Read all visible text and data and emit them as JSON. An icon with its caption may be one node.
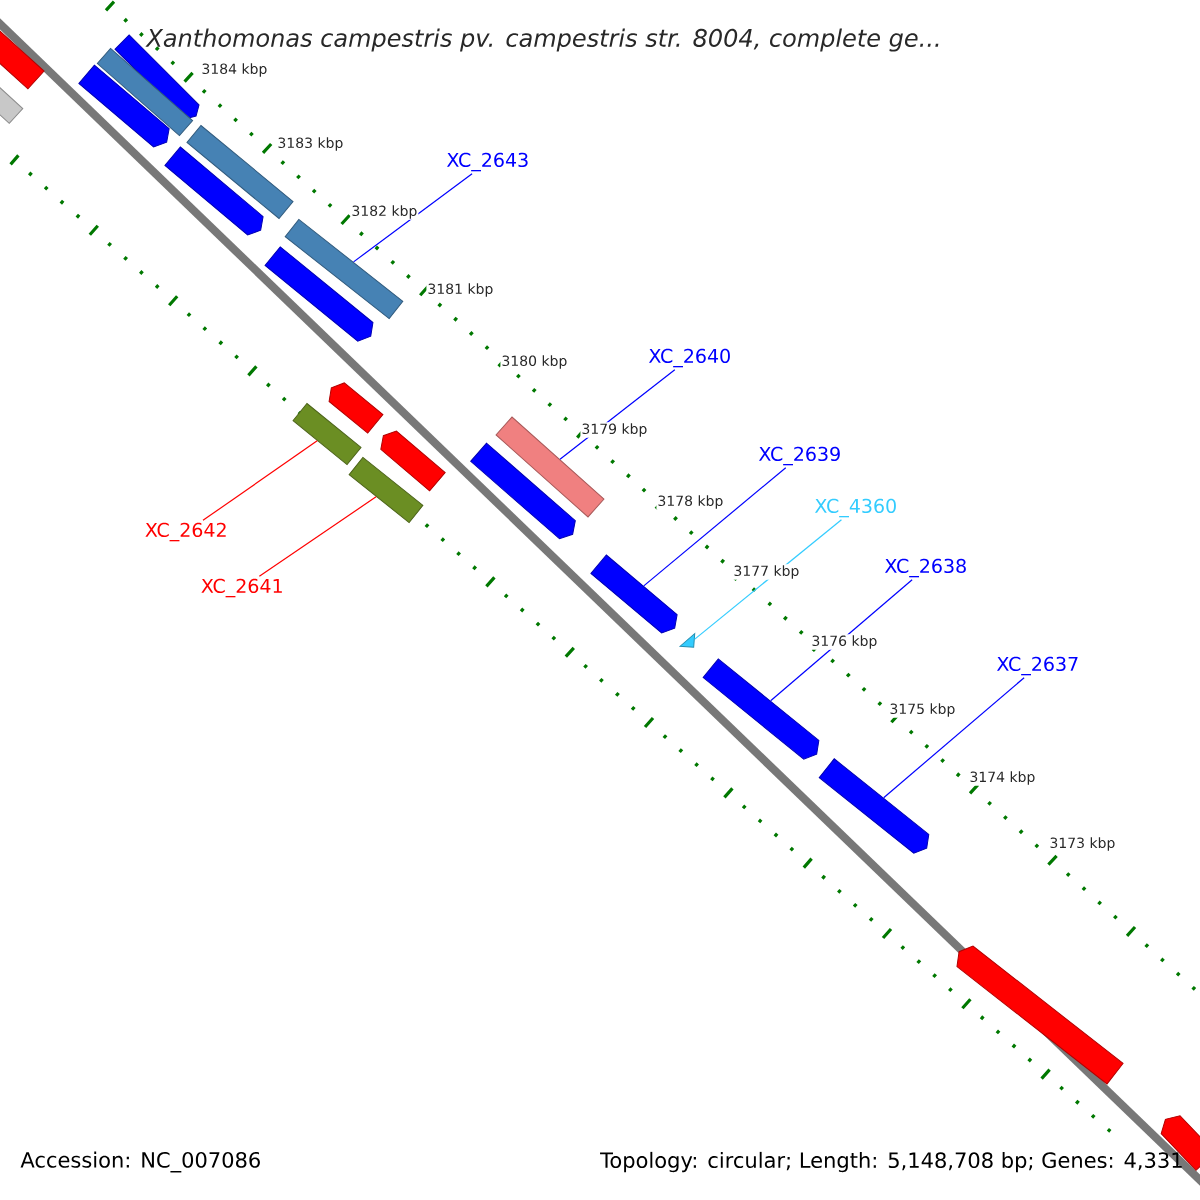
{
  "diagram": {
    "title": "Xanthomonas campestris pv. campestris str. 8004, complete ge...",
    "nodes": [
      {
        "text": [],
        "shape": "pentagon"
      },
      {
        "text": [],
        "shape": "bar"
      },
      {
        "text": [],
        "shape": "bar"
      },
      {
        "text": [],
        "shape": "pentagon"
      },
      {
        "text": [],
        "shape": "bar"
      },
      {
        "text": [
          "XC_2643"
        ]
      },
      {
        "text": [],
        "shape": "bar"
      },
      {
        "text": [],
        "shape": "pentagon"
      },
      {
        "text": [],
        "shape": "bar"
      },
      {
        "text": [],
        "shape": "pentagon"
      },
      {
        "text": [
          "XC_2640"
        ]
      },
      {
        "text": [],
        "shape": "pentagon"
      },
      {
        "text": [],
        "shape": "bar"
      },
      {
        "text": [],
        "shape": "pentagon"
      },
      {
        "text": [],
        "shape": "bar"
      },
      {
        "text": [],
        "shape": "pentagon"
      },
      {
        "text": [],
        "shape": "bar"
      },
      {
        "text": [
          "XC_2639"
        ]
      },
      {
        "text": [
          "XC_4360"
        ]
      },
      {
        "text": [
          "XC_2642"
        ]
      },
      {
        "text": [],
        "shape": "pentagon"
      },
      {
        "text": [
          "XC_2638"
        ]
      },
      {
        "text": [
          "XC_2641"
        ]
      },
      {
        "text": [],
        "shape": "triangle"
      },
      {
        "text": [],
        "shape": "pentagon"
      },
      {
        "text": [
          "XC_2637"
        ]
      },
      {
        "text": [],
        "shape": "pentagon"
      },
      {
        "text": [],
        "shape": "pentagon"
      },
      {
        "text": [],
        "shape": "pentagon"
      }
    ],
    "edges": [
      {
        "from": 5,
        "to": 8,
        "arrow": "none"
      },
      {
        "from": 10,
        "to": 14,
        "arrow": "none"
      },
      {
        "from": 17,
        "to": 20,
        "arrow": "none"
      },
      {
        "from": 18,
        "to": 23,
        "arrow": "none",
        "color": "#33ccff"
      },
      {
        "from": 19,
        "to": 12,
        "arrow": "none",
        "color": "#ff0000"
      },
      {
        "from": 21,
        "to": 24,
        "arrow": "none"
      },
      {
        "from": 22,
        "to": 16,
        "arrow": "none",
        "color": "#ff0000"
      },
      {
        "from": 25,
        "to": 26,
        "arrow": "none"
      }
    ],
    "labels": [
      "3184 kbp",
      "3183 kbp",
      "3182 kbp",
      "3181 kbp",
      "3180 kbp",
      "3179 kbp",
      "3178 kbp",
      "3177 kbp",
      "3176 kbp",
      "3175 kbp",
      "3174 kbp",
      "3173 kbp",
      "Accession: NC_007086",
      "Topology: circular; Length: 5,148,708 bp; Genes: 4,331"
    ]
  }
}
